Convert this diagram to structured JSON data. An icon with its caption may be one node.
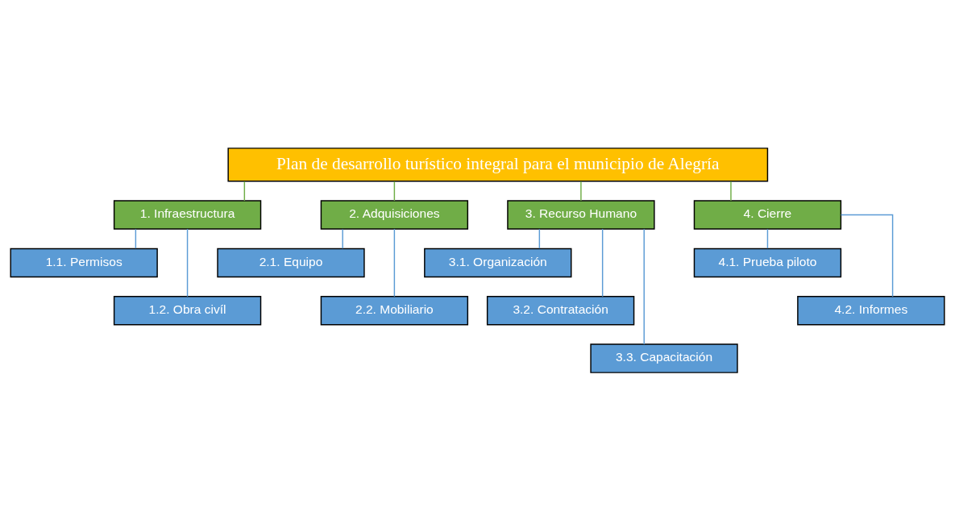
{
  "diagram": {
    "nodes": [
      {
        "text": [
          "Plan de desarrollo turístico integral para el municipio de Alegría"
        ]
      },
      {
        "text": [
          "1. Infraestructura"
        ]
      },
      {
        "text": [
          "2. Adquisiciones"
        ]
      },
      {
        "text": [
          "3. Recurso Humano"
        ]
      },
      {
        "text": [
          "4. Cierre"
        ]
      },
      {
        "text": [
          "1.1. Permisos"
        ]
      },
      {
        "text": [
          "1.2. Obra civíl"
        ]
      },
      {
        "text": [
          "2.1. Equipo"
        ]
      },
      {
        "text": [
          "2.2. Mobiliario"
        ]
      },
      {
        "text": [
          "3.1. Organización"
        ]
      },
      {
        "text": [
          "3.2. Contratación"
        ]
      },
      {
        "text": [
          "3.3. Capacitación"
        ]
      },
      {
        "text": [
          "4.1. Prueba piloto"
        ]
      },
      {
        "text": [
          "4.2. Informes"
        ]
      }
    ],
    "edges": [
      {
        "from": 0,
        "to": 1,
        "arrow": "none",
        "color": "#70ad47"
      },
      {
        "from": 0,
        "to": 2,
        "arrow": "none",
        "color": "#70ad47"
      },
      {
        "from": 0,
        "to": 3,
        "arrow": "none",
        "color": "#70ad47"
      },
      {
        "from": 0,
        "to": 4,
        "arrow": "none",
        "color": "#70ad47"
      },
      {
        "from": 1,
        "to": 5,
        "arrow": "none"
      },
      {
        "from": 1,
        "to": 6,
        "arrow": "none"
      },
      {
        "from": 2,
        "to": 7,
        "arrow": "none"
      },
      {
        "from": 2,
        "to": 8,
        "arrow": "none"
      },
      {
        "from": 3,
        "to": 9,
        "arrow": "none"
      },
      {
        "from": 3,
        "to": 10,
        "arrow": "none"
      },
      {
        "from": 3,
        "to": 11,
        "arrow": "none"
      },
      {
        "from": 4,
        "to": 12,
        "arrow": "none"
      },
      {
        "from": 4,
        "to": 13,
        "arrow": "none"
      }
    ]
  }
}
